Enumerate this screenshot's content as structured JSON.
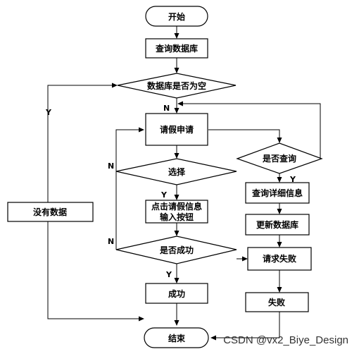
{
  "nodes": {
    "start": "开始",
    "query_db": "查询数据库",
    "db_empty_decision": "数据库是否为空",
    "leave_request": "请假申请",
    "select_decision": "选择",
    "click_button_line1": "点击请假信息",
    "click_button_line2": "输入按钮",
    "success_decision": "是否成功",
    "success": "成功",
    "query_decision": "是否查询",
    "query_details": "查询详细信息",
    "update_db": "更新数据库",
    "request_failed": "请求失败",
    "fail": "失败",
    "no_data": "没有数据",
    "end": "结束"
  },
  "edge_labels": {
    "db_empty_no": "N",
    "db_empty_yes": "Y",
    "select_no": "N",
    "select_yes": "Y",
    "success_no": "N",
    "success_yes": "Y",
    "query_yes": "Y"
  },
  "watermark": "CSDN @vx2_Biye_Design"
}
